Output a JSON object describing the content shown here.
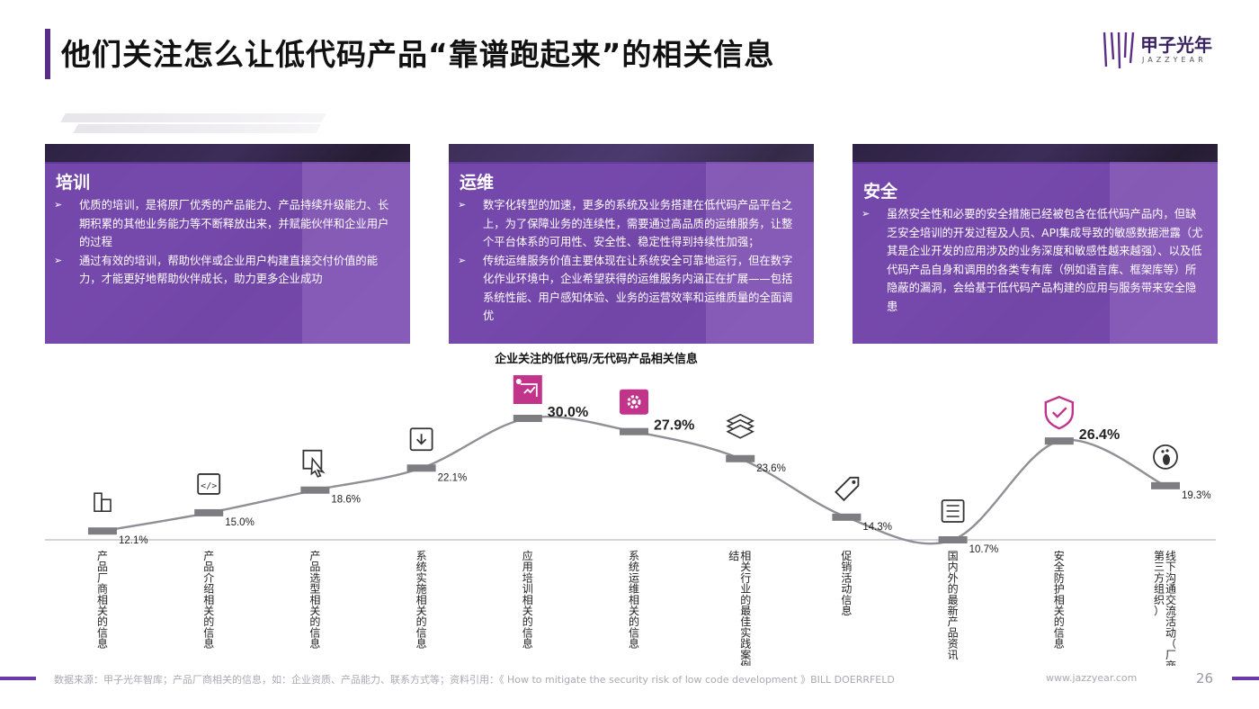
{
  "header": {
    "title": "他们关注怎么让低代码产品“靠谱跑起来”的相关信息",
    "logo_name": "甲子光年",
    "logo_sub": "JAZZYEAR"
  },
  "cards": [
    {
      "title": "培训",
      "bullets": [
        "优质的培训，是将原厂优秀的产品能力、产品持续升级能力、长期积累的其他业务能力等不断释放出来，并赋能伙伴和企业用户的过程",
        "通过有效的培训，帮助伙伴或企业用户构建直接交付价值的能力，才能更好地帮助伙伴成长，助力更多企业成功"
      ]
    },
    {
      "title": "运维",
      "bullets": [
        "数字化转型的加速，更多的系统及业务搭建在低代码产品平台之上，为了保障业务的连续性，需要通过高品质的运维服务，让整个平台体系的可用性、安全性、稳定性得到持续性加强；",
        "传统运维服务价值主要体现在让系统安全可靠地运行，但在数字化作业环境中，企业希望获得的运维服务内涵正在扩展——包括系统性能、用户感知体验、业务的运营效率和运维质量的全面调优"
      ]
    },
    {
      "title": "安全",
      "bullets": [
        "虽然安全性和必要的安全措施已经被包含在低代码产品内，但缺乏安全培训的开发过程及人员、API集成导致的敏感数据泄露（尤其是企业开发的应用涉及的业务深度和敏感性越来越强）、以及低代码产品自身和调用的各类专有库（例如语言库、框架库等）所隐蔽的漏洞，会给基于低代码产品构建的应用与服务带来安全隐患"
      ]
    }
  ],
  "chart_data": {
    "type": "line",
    "title": "企业关注的低代码/无代码产品相关信息",
    "categories": [
      "产品厂商相关的信息",
      "产品介绍相关的信息",
      "产品选型相关的信息",
      "系统实施相关的信息",
      "应用培训相关的信息",
      "系统运维相关的信息",
      "相关行业的最佳实践案例总结",
      "促销活动信息",
      "国内外的最新产品资讯",
      "安全防护相关的信息",
      "线下沟通交流活动（厂商或第三方组织）"
    ],
    "values": [
      12.1,
      15.0,
      18.6,
      22.1,
      30.0,
      27.9,
      23.6,
      14.3,
      10.7,
      26.4,
      19.3
    ],
    "value_labels": [
      "12.1%",
      "15.0%",
      "18.6%",
      "22.1%",
      "30.0%",
      "27.9%",
      "23.6%",
      "14.3%",
      "10.7%",
      "26.4%",
      "19.3%"
    ],
    "highlighted": [
      4,
      5,
      9
    ],
    "icons": [
      "building-icon",
      "code-window-icon",
      "cursor-click-icon",
      "download-box-icon",
      "presentation-icon",
      "gear-window-icon",
      "layers-icon",
      "price-tag-icon",
      "newspaper-icon",
      "shield-check-icon",
      "footprint-icon"
    ],
    "colors": {
      "line": "#8f8f96",
      "highlight": "#b3267f",
      "marker": "#7d7d82",
      "axis": "#b9b9c0"
    }
  },
  "footer": {
    "source": "数据来源：甲子光年智库；产品厂商相关的信息，如：企业资质、产品能力、联系方式等；资料引用：《 How to mitigate the security risk of low code development 》BILL DOERRFELD",
    "url": "www.jazzyear.com",
    "page": "26"
  }
}
